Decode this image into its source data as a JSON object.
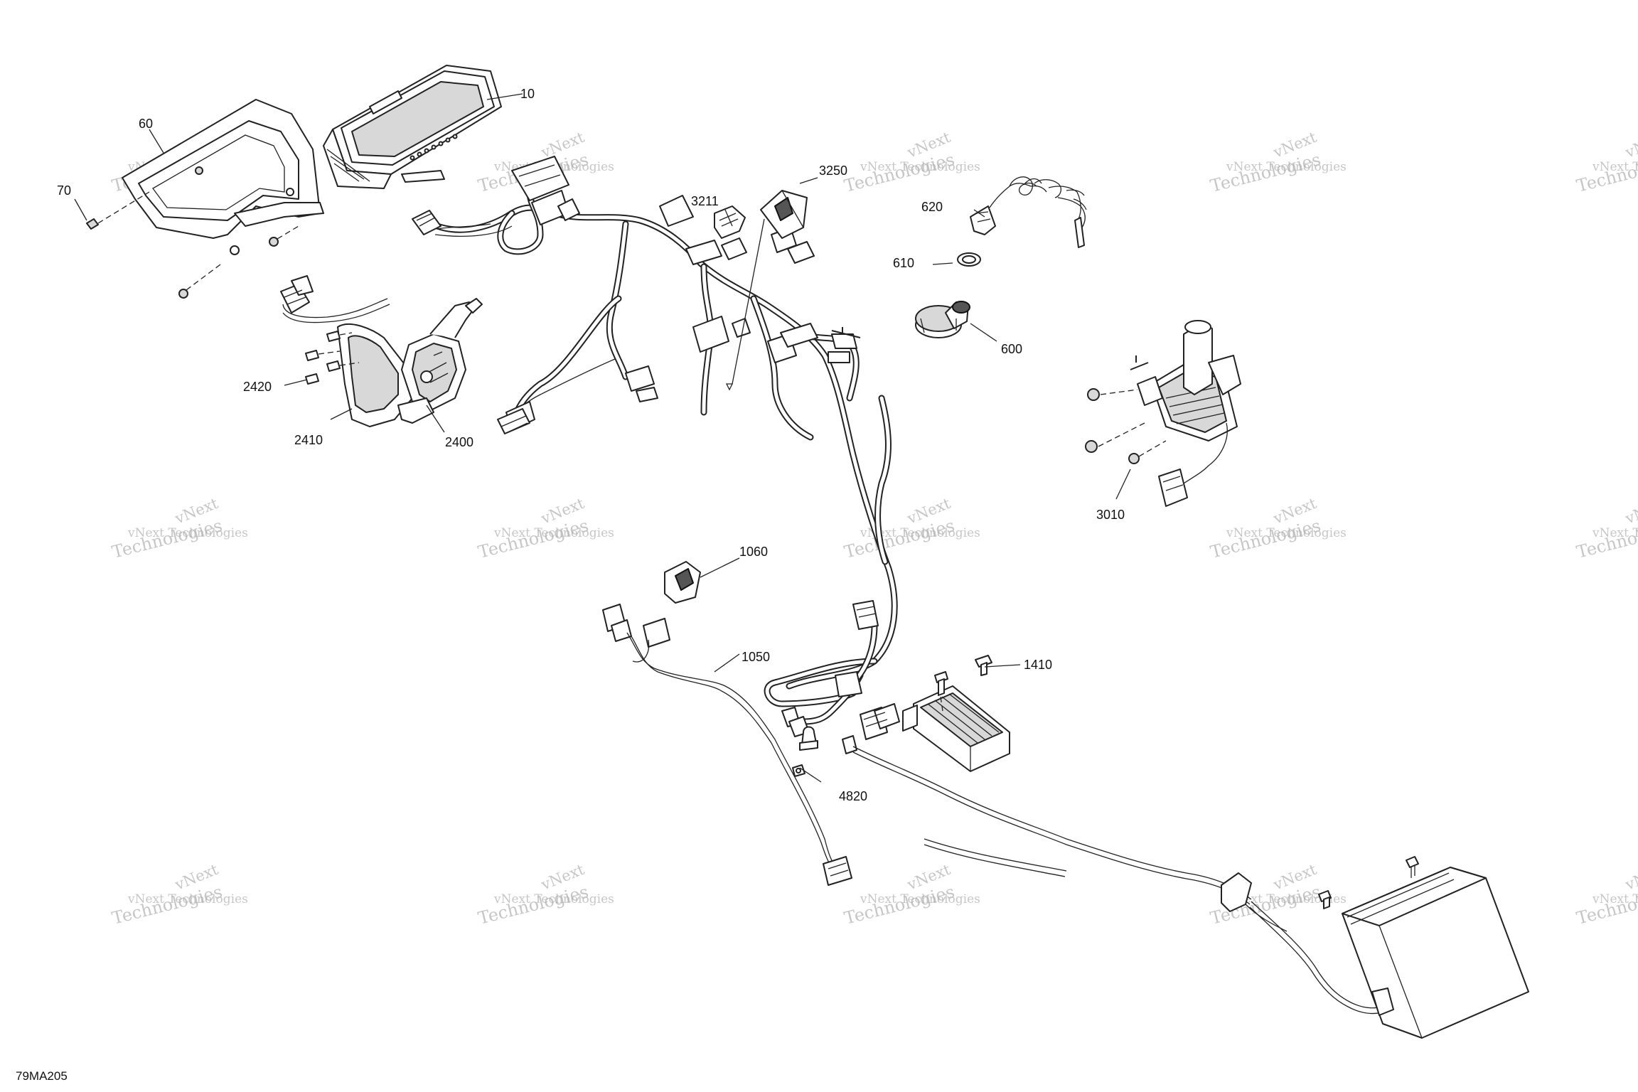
{
  "diagram_code": "79MA205",
  "watermark": {
    "line1": "vNext Technologies",
    "line2": "vNext",
    "line3": "Technologies"
  },
  "callouts": {
    "p10": "10",
    "p60": "60",
    "p70": "70",
    "p3211": "3211",
    "p3250": "3250",
    "p620": "620",
    "p610": "610",
    "p600": "600",
    "p2420": "2420",
    "p2410": "2410",
    "p2400": "2400",
    "p3010": "3010",
    "p1060": "1060",
    "p1050": "1050",
    "p1410": "1410",
    "p4820": "4820"
  }
}
